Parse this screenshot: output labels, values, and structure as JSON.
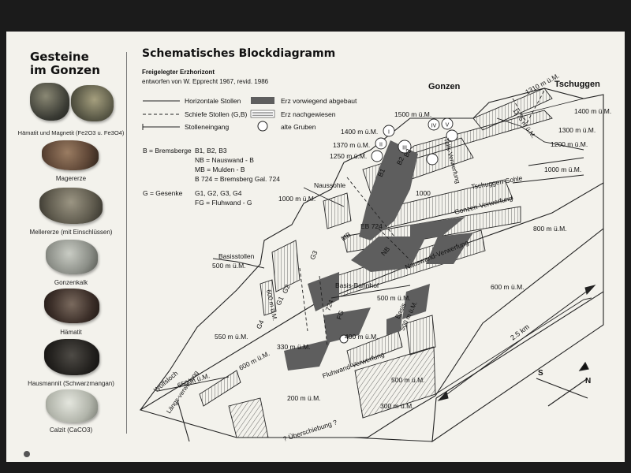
{
  "rock_panel": {
    "title_line1": "Gesteine",
    "title_line2": "im Gonzen",
    "rocks": [
      {
        "caption": "Hämatit und Magnetit (Fe2O3 u. Fe3O4)"
      },
      {
        "caption": "Magererze"
      },
      {
        "caption": "Mellererze (mit Einschlüssen)"
      },
      {
        "caption": "Gonzenkalk"
      },
      {
        "caption": "Hämatit"
      },
      {
        "caption": "Hausmannit (Schwarzmangan)"
      },
      {
        "caption": "Calzit (CaCO3)"
      }
    ]
  },
  "diagram_header": {
    "title": "Schematisches Blockdiagramm",
    "subtitle": "Freigelegter Erzhorizont",
    "author": "entworfen von W. Epprecht 1967, revid. 1986"
  },
  "legend": {
    "horizontal": "Horizontale Stollen",
    "oblique": "Schiefe Stollen (G,B)",
    "entrance": "Stolleneingang",
    "mined": "Erz vorwiegend abgebaut",
    "proven": "Erz nachgewiesen",
    "old_pits": "alte Gruben"
  },
  "abbreviations": {
    "b_label": "B = Bremsberge",
    "b_list": [
      "B1, B2, B3",
      "NB = Nauswand - B",
      "MB = Mulden - B",
      "B 724 = Bremsberg Gal. 724"
    ],
    "g_label": "G = Gesenke",
    "g_list": [
      "G1, G2, G3, G4",
      "FG = Fluhwand - G"
    ]
  },
  "peaks": {
    "gonzen": "Gonzen",
    "tschuggen": "Tschuggen"
  },
  "diagram": {
    "elevations": [
      {
        "id": "e1500",
        "text": "1500 m ü.M."
      },
      {
        "id": "e1400a",
        "text": "1400 m ü.M."
      },
      {
        "id": "e1370",
        "text": "1370 m ü.M."
      },
      {
        "id": "e1250",
        "text": "1250 m ü.M."
      },
      {
        "id": "e1310",
        "text": "1310 m ü.M."
      },
      {
        "id": "e1175",
        "text": "1175 m ü.M."
      },
      {
        "id": "e1400b",
        "text": "1400 m ü.M."
      },
      {
        "id": "e1300",
        "text": "1300 m ü.M."
      },
      {
        "id": "e1200",
        "text": "1200 m ü.M."
      },
      {
        "id": "e1000b",
        "text": "1000 m ü.M."
      },
      {
        "id": "e1000a",
        "text": "1000 m ü.M."
      },
      {
        "id": "e1000c",
        "text": "1000"
      },
      {
        "id": "e800",
        "text": "800 m ü.M."
      },
      {
        "id": "e600r",
        "text": "600 m ü.M."
      },
      {
        "id": "e500b",
        "text": "500 m ü.M."
      },
      {
        "id": "e500c",
        "text": "500 m ü.M."
      },
      {
        "id": "e550",
        "text": "550 m ü.M."
      },
      {
        "id": "e600l",
        "text": "600 m ü.M."
      },
      {
        "id": "e650",
        "text": "650 m ü.M."
      },
      {
        "id": "e400",
        "text": "400 m ü.M."
      },
      {
        "id": "e330",
        "text": "330 m ü.M."
      },
      {
        "id": "e500d",
        "text": "500 m ü.M."
      },
      {
        "id": "e200",
        "text": "200 m ü.M."
      },
      {
        "id": "e300",
        "text": "300 m ü.M."
      },
      {
        "id": "e600v",
        "text": "600 m ü.M."
      }
    ],
    "labels": [
      {
        "id": "nausssohle",
        "text": "Naussohle"
      },
      {
        "id": "basisstollen1",
        "text": "Basisstollen"
      },
      {
        "id": "basisstollen2",
        "text": "500 m ü.M."
      },
      {
        "id": "eb724",
        "text": "EB 724"
      },
      {
        "id": "mb",
        "text": "MB"
      },
      {
        "id": "basisbahnhof",
        "text": "Basis-Bahnhof"
      },
      {
        "id": "tschuggensohle",
        "text": "Tschuggen-Sohle"
      },
      {
        "id": "gonzenverwerfung",
        "text": "Gonzen-Verwerfung"
      },
      {
        "id": "nauswandverwerfung",
        "text": "Nauswand-Verwerfung"
      },
      {
        "id": "fluhwandverwerfung",
        "text": "Fluhwand-Verwerfung"
      },
      {
        "id": "tollsverwerfung",
        "text": "Tolls-Verwerfung"
      },
      {
        "id": "wolfsloch",
        "text": "Wolfsloch"
      },
      {
        "id": "laengsverwerfung",
        "text": "Längs-verwerfung"
      },
      {
        "id": "ueberschiebung",
        "text": "? Überschiebung ?"
      },
      {
        "id": "distance",
        "text": "2.5 km"
      },
      {
        "id": "g1",
        "text": "G1"
      },
      {
        "id": "g2",
        "text": "G2"
      },
      {
        "id": "g3",
        "text": "G3"
      },
      {
        "id": "g4",
        "text": "G4"
      },
      {
        "id": "b1",
        "text": "B1"
      },
      {
        "id": "b2",
        "text": "B2"
      },
      {
        "id": "b3",
        "text": "B3"
      },
      {
        "id": "nb",
        "text": "NB"
      },
      {
        "id": "fg",
        "text": "FG"
      },
      {
        "id": "b724",
        "text": "724"
      },
      {
        "id": "basis",
        "text": "Basis"
      }
    ],
    "pits": [
      "I",
      "II",
      "III",
      "IV",
      "V"
    ],
    "compass": {
      "n": "N",
      "s": "S"
    }
  },
  "colors": {
    "board": "#f3f2ec",
    "ore_mined": "#5e5e5e",
    "line": "#222222"
  }
}
